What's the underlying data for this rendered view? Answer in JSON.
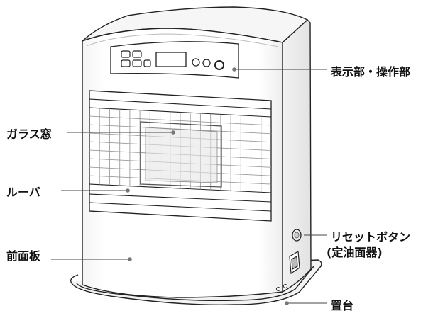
{
  "labels": {
    "display_panel": "表示部・操作部",
    "glass_window": "ガラス窓",
    "louver": "ルーバ",
    "reset_button": "リセットボタン",
    "reset_button_sub": "(定油面器)",
    "front_panel": "前面板",
    "base": "置台"
  },
  "colors": {
    "outline": "#222222",
    "leader": "#444444",
    "dot": "#777777",
    "body": "#ffffff",
    "shade": "#e9e9e9",
    "grille": "#cfcfcf"
  }
}
